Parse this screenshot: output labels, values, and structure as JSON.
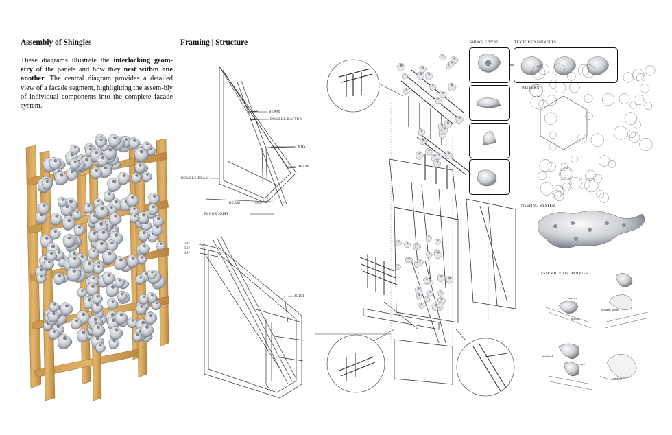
{
  "left": {
    "heading": "Assembly of Shingles",
    "intro": {
      "p1": "These diagrams illustrate the ",
      "b1": "interlocking geom-etry",
      "p2": " of the panels and how they ",
      "b2": "nest within one another",
      "p3": ". The central diagram provides a detailed view of a facade segment, highlighting the assem-bly of individual components into the complete facade system."
    }
  },
  "framing": {
    "heading": "Framing | Structure",
    "labels": {
      "beam_top": "BEAM",
      "double_rafter": "DOUBLE RAFTER",
      "joist": "JOIST",
      "beam_right": "BEAM",
      "double_beam": "DOUBLE BEAM",
      "beam_bottom": "BEAM",
      "floor_joist": "FLOOR JOIST",
      "angle_1": "38°",
      "angle_2": "53°",
      "angle_3": "38°",
      "joist_lower": "JOIST"
    }
  },
  "right": {
    "shingle_type": "SHINGLE TYPE",
    "textured_shingles": "TEXTURED SHINGLES",
    "pattern": "PATTERN",
    "nesting_system": "NESTING SYSTEM",
    "assembly_techniques": "ASSEMBLY TECHNIQUES",
    "tech_labels": {
      "screws_1": "screws",
      "nesting_1": "nesting",
      "wooden_joints": "wooden joints",
      "interlock": "interlock",
      "screws_2": "screws",
      "nesting_2": "nesting"
    }
  }
}
